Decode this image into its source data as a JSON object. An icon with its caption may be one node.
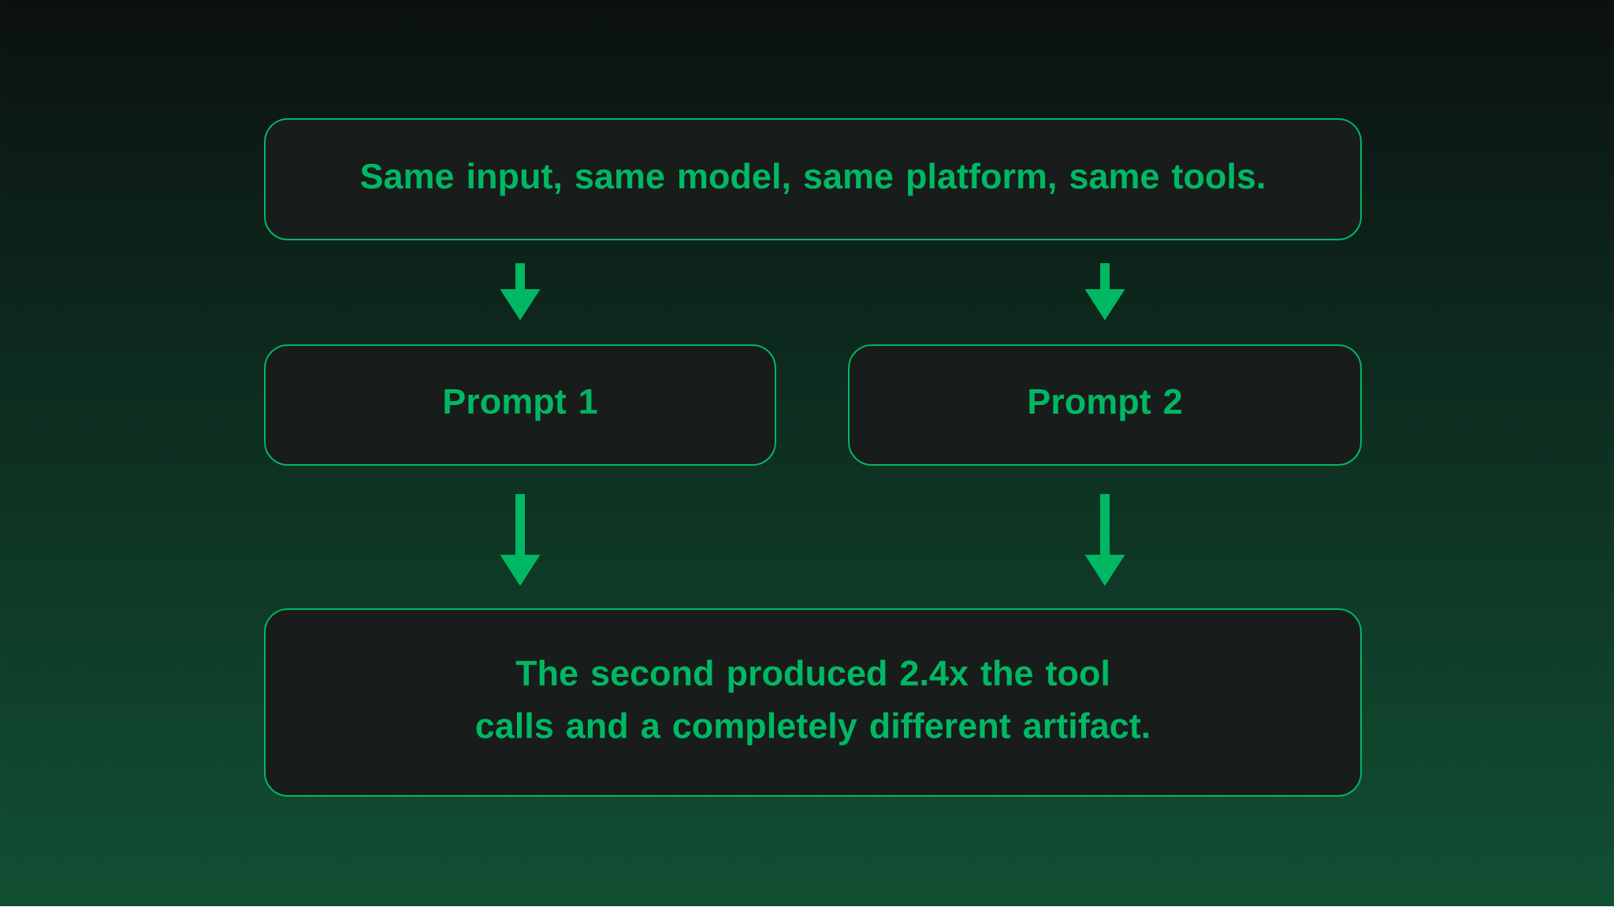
{
  "diagram": {
    "nodes": [
      {
        "text": [
          "Same input, same model, same platform, same tools."
        ]
      },
      {
        "text": [
          "Prompt 1"
        ]
      },
      {
        "text": [
          "Prompt 2"
        ]
      },
      {
        "text": [
          "The second produced 2.4x the tool calls and a completely different artifact."
        ]
      }
    ],
    "edges": [
      {
        "from": 0,
        "to": 1,
        "arrow": "to"
      },
      {
        "from": 0,
        "to": 2,
        "arrow": "to"
      },
      {
        "from": 1,
        "to": 3,
        "arrow": "to"
      },
      {
        "from": 2,
        "to": 3,
        "arrow": "to"
      }
    ]
  }
}
